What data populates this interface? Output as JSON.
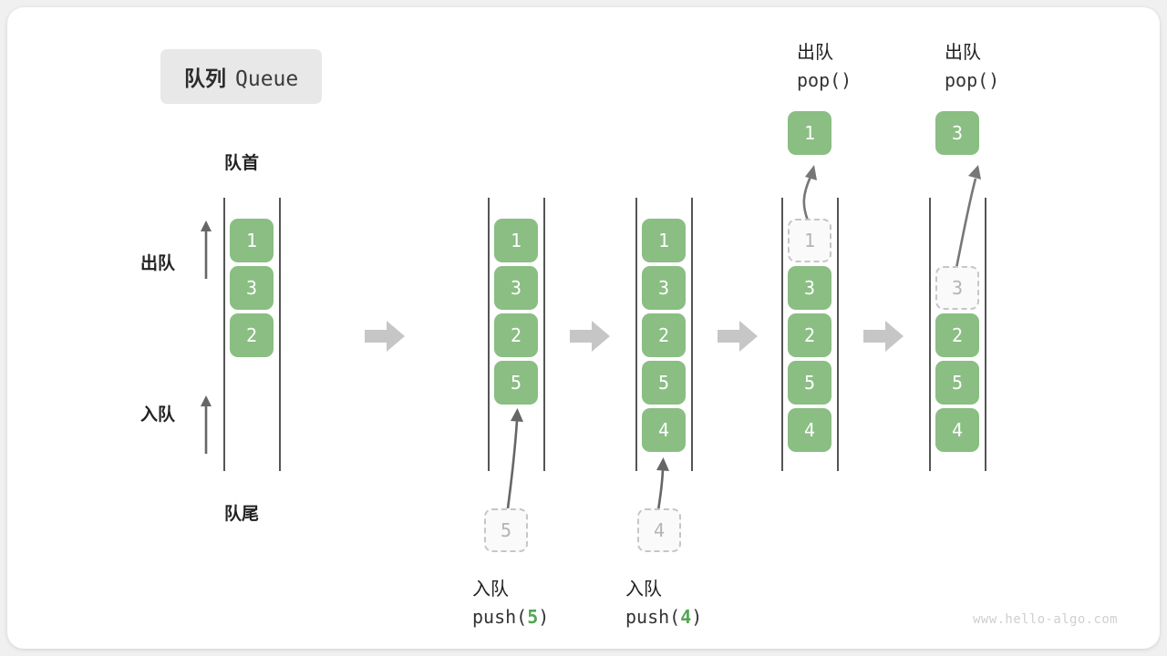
{
  "title": {
    "cn": "队列",
    "en": "Queue"
  },
  "labels": {
    "front": "队首",
    "rear": "队尾",
    "dequeue": "出队",
    "enqueue": "入队"
  },
  "watermark": "www.hello-algo.com",
  "colors": {
    "element_fill": "#8ABE83",
    "element_text": "#ffffff",
    "ghost_border": "#c6c6c6",
    "ghost_text": "#b4b4b4",
    "rail": "#555555",
    "step_arrow": "#c6c6c6",
    "badge_bg": "#e8e8e8",
    "accent_number": "#53a653"
  },
  "columns": [
    {
      "id": "initial",
      "slots": [
        {
          "value": "1",
          "state": "filled"
        },
        {
          "value": "3",
          "state": "filled"
        },
        {
          "value": "2",
          "state": "filled"
        },
        {
          "value": "",
          "state": "empty"
        },
        {
          "value": "",
          "state": "empty"
        }
      ]
    },
    {
      "id": "after-push-5",
      "slots": [
        {
          "value": "1",
          "state": "filled"
        },
        {
          "value": "3",
          "state": "filled"
        },
        {
          "value": "2",
          "state": "filled"
        },
        {
          "value": "5",
          "state": "filled"
        },
        {
          "value": "",
          "state": "empty"
        }
      ]
    },
    {
      "id": "after-push-4",
      "slots": [
        {
          "value": "1",
          "state": "filled"
        },
        {
          "value": "3",
          "state": "filled"
        },
        {
          "value": "2",
          "state": "filled"
        },
        {
          "value": "5",
          "state": "filled"
        },
        {
          "value": "4",
          "state": "filled"
        }
      ]
    },
    {
      "id": "after-pop-1",
      "slots": [
        {
          "value": "1",
          "state": "ghost"
        },
        {
          "value": "3",
          "state": "filled"
        },
        {
          "value": "2",
          "state": "filled"
        },
        {
          "value": "5",
          "state": "filled"
        },
        {
          "value": "4",
          "state": "filled"
        }
      ]
    },
    {
      "id": "after-pop-3",
      "slots": [
        {
          "value": "",
          "state": "empty"
        },
        {
          "value": "3",
          "state": "ghost"
        },
        {
          "value": "2",
          "state": "filled"
        },
        {
          "value": "5",
          "state": "filled"
        },
        {
          "value": "4",
          "state": "filled"
        }
      ]
    }
  ],
  "operations": {
    "push_5": {
      "cn": "入队",
      "code_prefix": "push(",
      "code_num": "5",
      "code_suffix": ")",
      "ghost_value": "5"
    },
    "push_4": {
      "cn": "入队",
      "code_prefix": "push(",
      "code_num": "4",
      "code_suffix": ")",
      "ghost_value": "4"
    },
    "pop_1": {
      "cn": "出队",
      "code": "pop()",
      "popped_value": "1"
    },
    "pop_3": {
      "cn": "出队",
      "code": "pop()",
      "popped_value": "3"
    }
  }
}
